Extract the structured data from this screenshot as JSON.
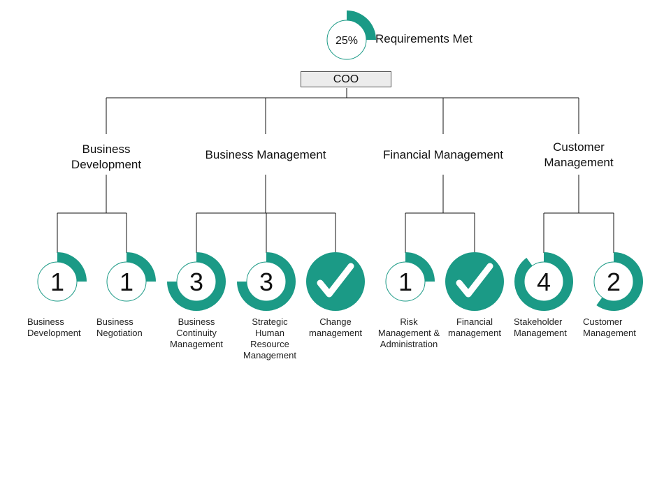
{
  "colors": {
    "accent": "#1b9a86",
    "line": "#111111",
    "box_fill": "#ececec"
  },
  "summary": {
    "percent_text": "25%",
    "fraction": 0.25,
    "label": "Requirements Met"
  },
  "root": {
    "label": "COO"
  },
  "departments": [
    {
      "label": "Business\nDevelopment"
    },
    {
      "label": "Business Management"
    },
    {
      "label": "Financial Management"
    },
    {
      "label": "Customer\nManagement"
    }
  ],
  "requirements": [
    {
      "value": "1",
      "label": "Business\nDevelopment",
      "fraction": 0.25,
      "complete": false,
      "department": 0
    },
    {
      "value": "1",
      "label": "Business\nNegotiation",
      "fraction": 0.25,
      "complete": false,
      "department": 0
    },
    {
      "value": "3",
      "label": "Business\nContinuity\nManagement",
      "fraction": 0.75,
      "complete": false,
      "department": 1
    },
    {
      "value": "3",
      "label": "Strategic\nHuman\nResource\nManagement",
      "fraction": 0.75,
      "complete": false,
      "department": 1
    },
    {
      "value": "",
      "label": "Change\nmanagement",
      "fraction": 1,
      "complete": true,
      "department": 1,
      "icon": "checkmark-icon"
    },
    {
      "value": "1",
      "label": "Risk\nManagement &\nAdministration",
      "fraction": 0.25,
      "complete": false,
      "department": 2
    },
    {
      "value": "",
      "label": "Financial\nmanagement",
      "fraction": 1,
      "complete": true,
      "department": 2,
      "icon": "checkmark-icon"
    },
    {
      "value": "4",
      "label": "Stakeholder\nManagement",
      "fraction": 0.9,
      "complete": false,
      "department": 3
    },
    {
      "value": "2",
      "label": "Customer\nManagement",
      "fraction": 0.6,
      "complete": false,
      "department": 3
    }
  ]
}
